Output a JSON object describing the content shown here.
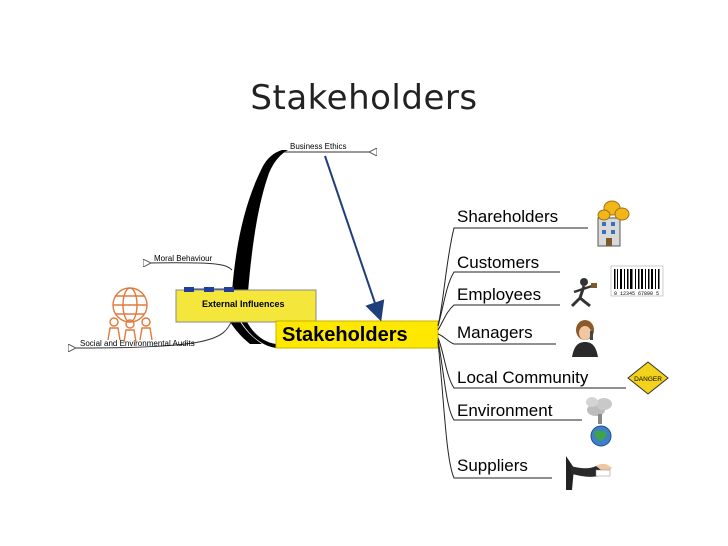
{
  "slide": {
    "title": "Stakeholders"
  },
  "diagram": {
    "center": "Stakeholders",
    "hub": "External Influences",
    "left_branches": [
      "Business Ethics",
      "Moral Behaviour",
      "Social and Environmental Audits"
    ],
    "stakeholders": [
      "Shareholders",
      "Customers",
      "Employees",
      "Managers",
      "Local Community",
      "Environment",
      "Suppliers"
    ],
    "danger_sign": "DANGER",
    "barcode_digits": "0 12345 67890 5",
    "colors": {
      "hub_fill": "#f5e63c",
      "center_fill": "#ffe800",
      "arrow": "#1f3f7a",
      "branch": "#000000",
      "globe_orange": "#e07a3c"
    }
  }
}
